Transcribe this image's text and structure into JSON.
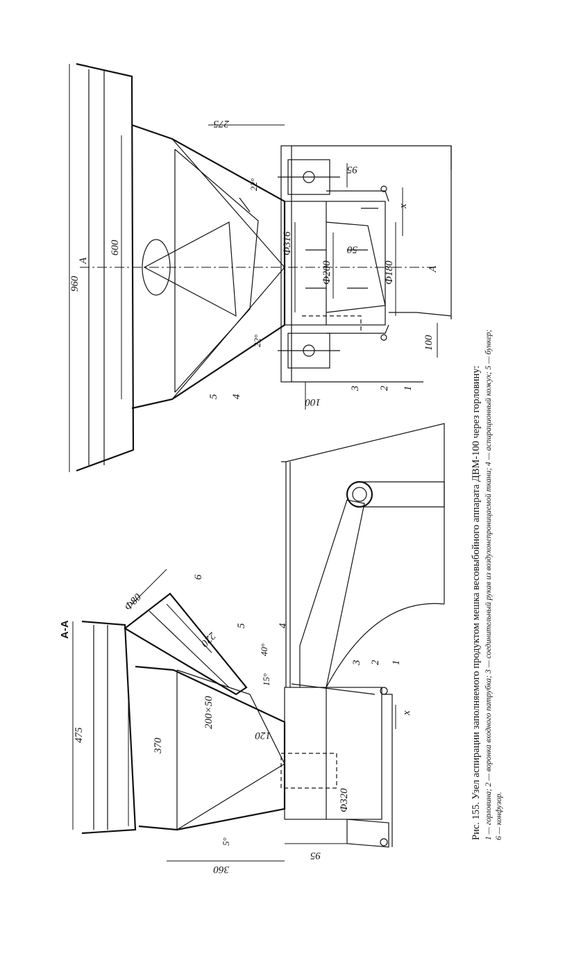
{
  "figure": {
    "caption_title": "Рис. 155. Узел аспирации заполняемого продуктом мешка весовыбойного аппарата ДВМ-100 через горловину:",
    "legend_line1": "1 — горловина; 2 — воронка входного патрубка; 3 — соединительный рукав из воздухонепроницаемой ткани; 4 — аспирационный кожух; 5 — бункер;",
    "legend_line2": "6 — конфузор."
  },
  "section_label": "А-А",
  "top_view": {
    "dims": {
      "d960": "960",
      "d600": "600",
      "d275": "275",
      "d316": "Ф316",
      "d200": "Ф200",
      "d180": "Ф180",
      "d95": "95",
      "d50": "50",
      "d100a": "100",
      "d100b": "100",
      "x": "x",
      "a22a": "22°",
      "a22b": "22°"
    },
    "section_marks": [
      "А",
      "А"
    ],
    "callouts": [
      "1",
      "2",
      "3",
      "4",
      "5"
    ]
  },
  "bottom_view": {
    "dims": {
      "d475": "475",
      "d370": "370",
      "d360": "360",
      "d95": "95",
      "d320": "Ф320",
      "d120": "120",
      "d220": "220",
      "d80": "Ф80",
      "d200x50": "200×50",
      "x": "x",
      "a40": "40°",
      "a15": "15°",
      "a5": "5°"
    },
    "callouts": [
      "1",
      "2",
      "3",
      "4",
      "5",
      "6"
    ]
  }
}
